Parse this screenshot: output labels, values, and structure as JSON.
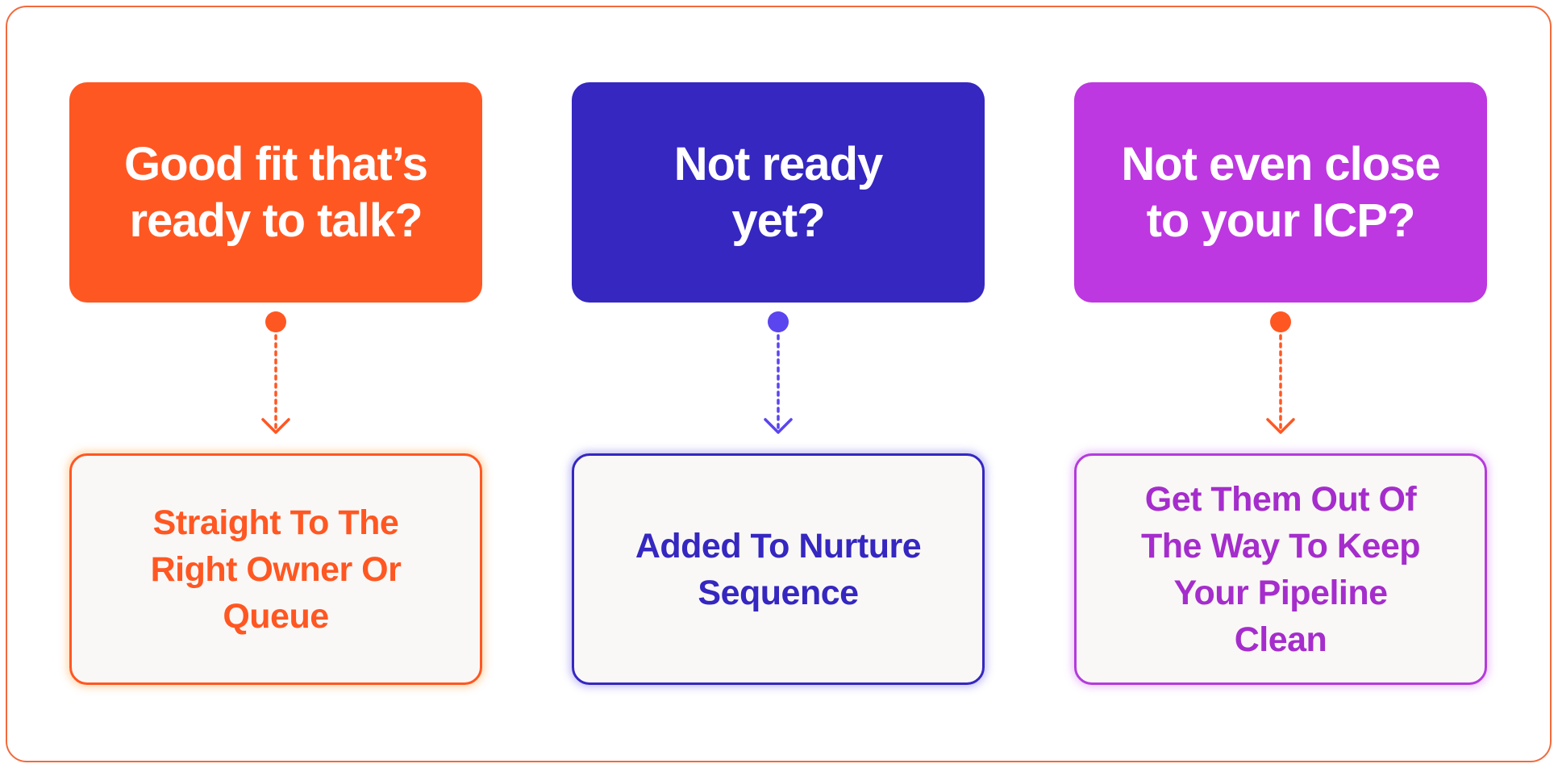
{
  "colors": {
    "frame_border": "#f26a3c",
    "orange": "#ff5722",
    "indigo": "#3527c0",
    "violet": "#bd38e0",
    "dot_orange": "#ff5722",
    "dot_indigo": "#5a45ee",
    "answer_background": "#faf8f6"
  },
  "columns": [
    {
      "question": "Good fit that’s ready to talk?",
      "answer": "Straight To The Right Owner Or Queue",
      "question_color": "#ff5722",
      "connector_color": "#ff5722",
      "answer_color": "#ff5722"
    },
    {
      "question": "Not ready yet?",
      "answer": "Added To Nurture Sequence",
      "question_color": "#3527c0",
      "connector_color": "#5a45ee",
      "answer_color": "#3527c0"
    },
    {
      "question": "Not even close to your ICP?",
      "answer": "Get Them Out Of The Way To Keep Your Pipeline Clean",
      "question_color": "#bd38e0",
      "connector_color": "#ff5722",
      "answer_color": "#a52dcc"
    }
  ]
}
